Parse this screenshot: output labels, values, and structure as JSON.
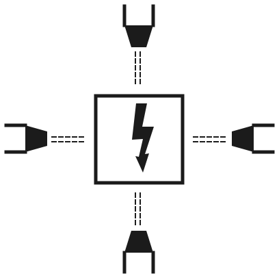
{
  "icon": {
    "name": "power-hub-icon",
    "description_name": "central-electrical-box-with-four-plug-connectors",
    "colors": {
      "stroke": "#1b1b1b",
      "fill": "#1b1b1b",
      "background": "#ffffff"
    },
    "parts": {
      "center": "high-voltage-box",
      "bolt": "lightning-bolt-icon",
      "connectors": [
        "top-plug",
        "right-plug",
        "bottom-plug",
        "left-plug"
      ]
    }
  }
}
